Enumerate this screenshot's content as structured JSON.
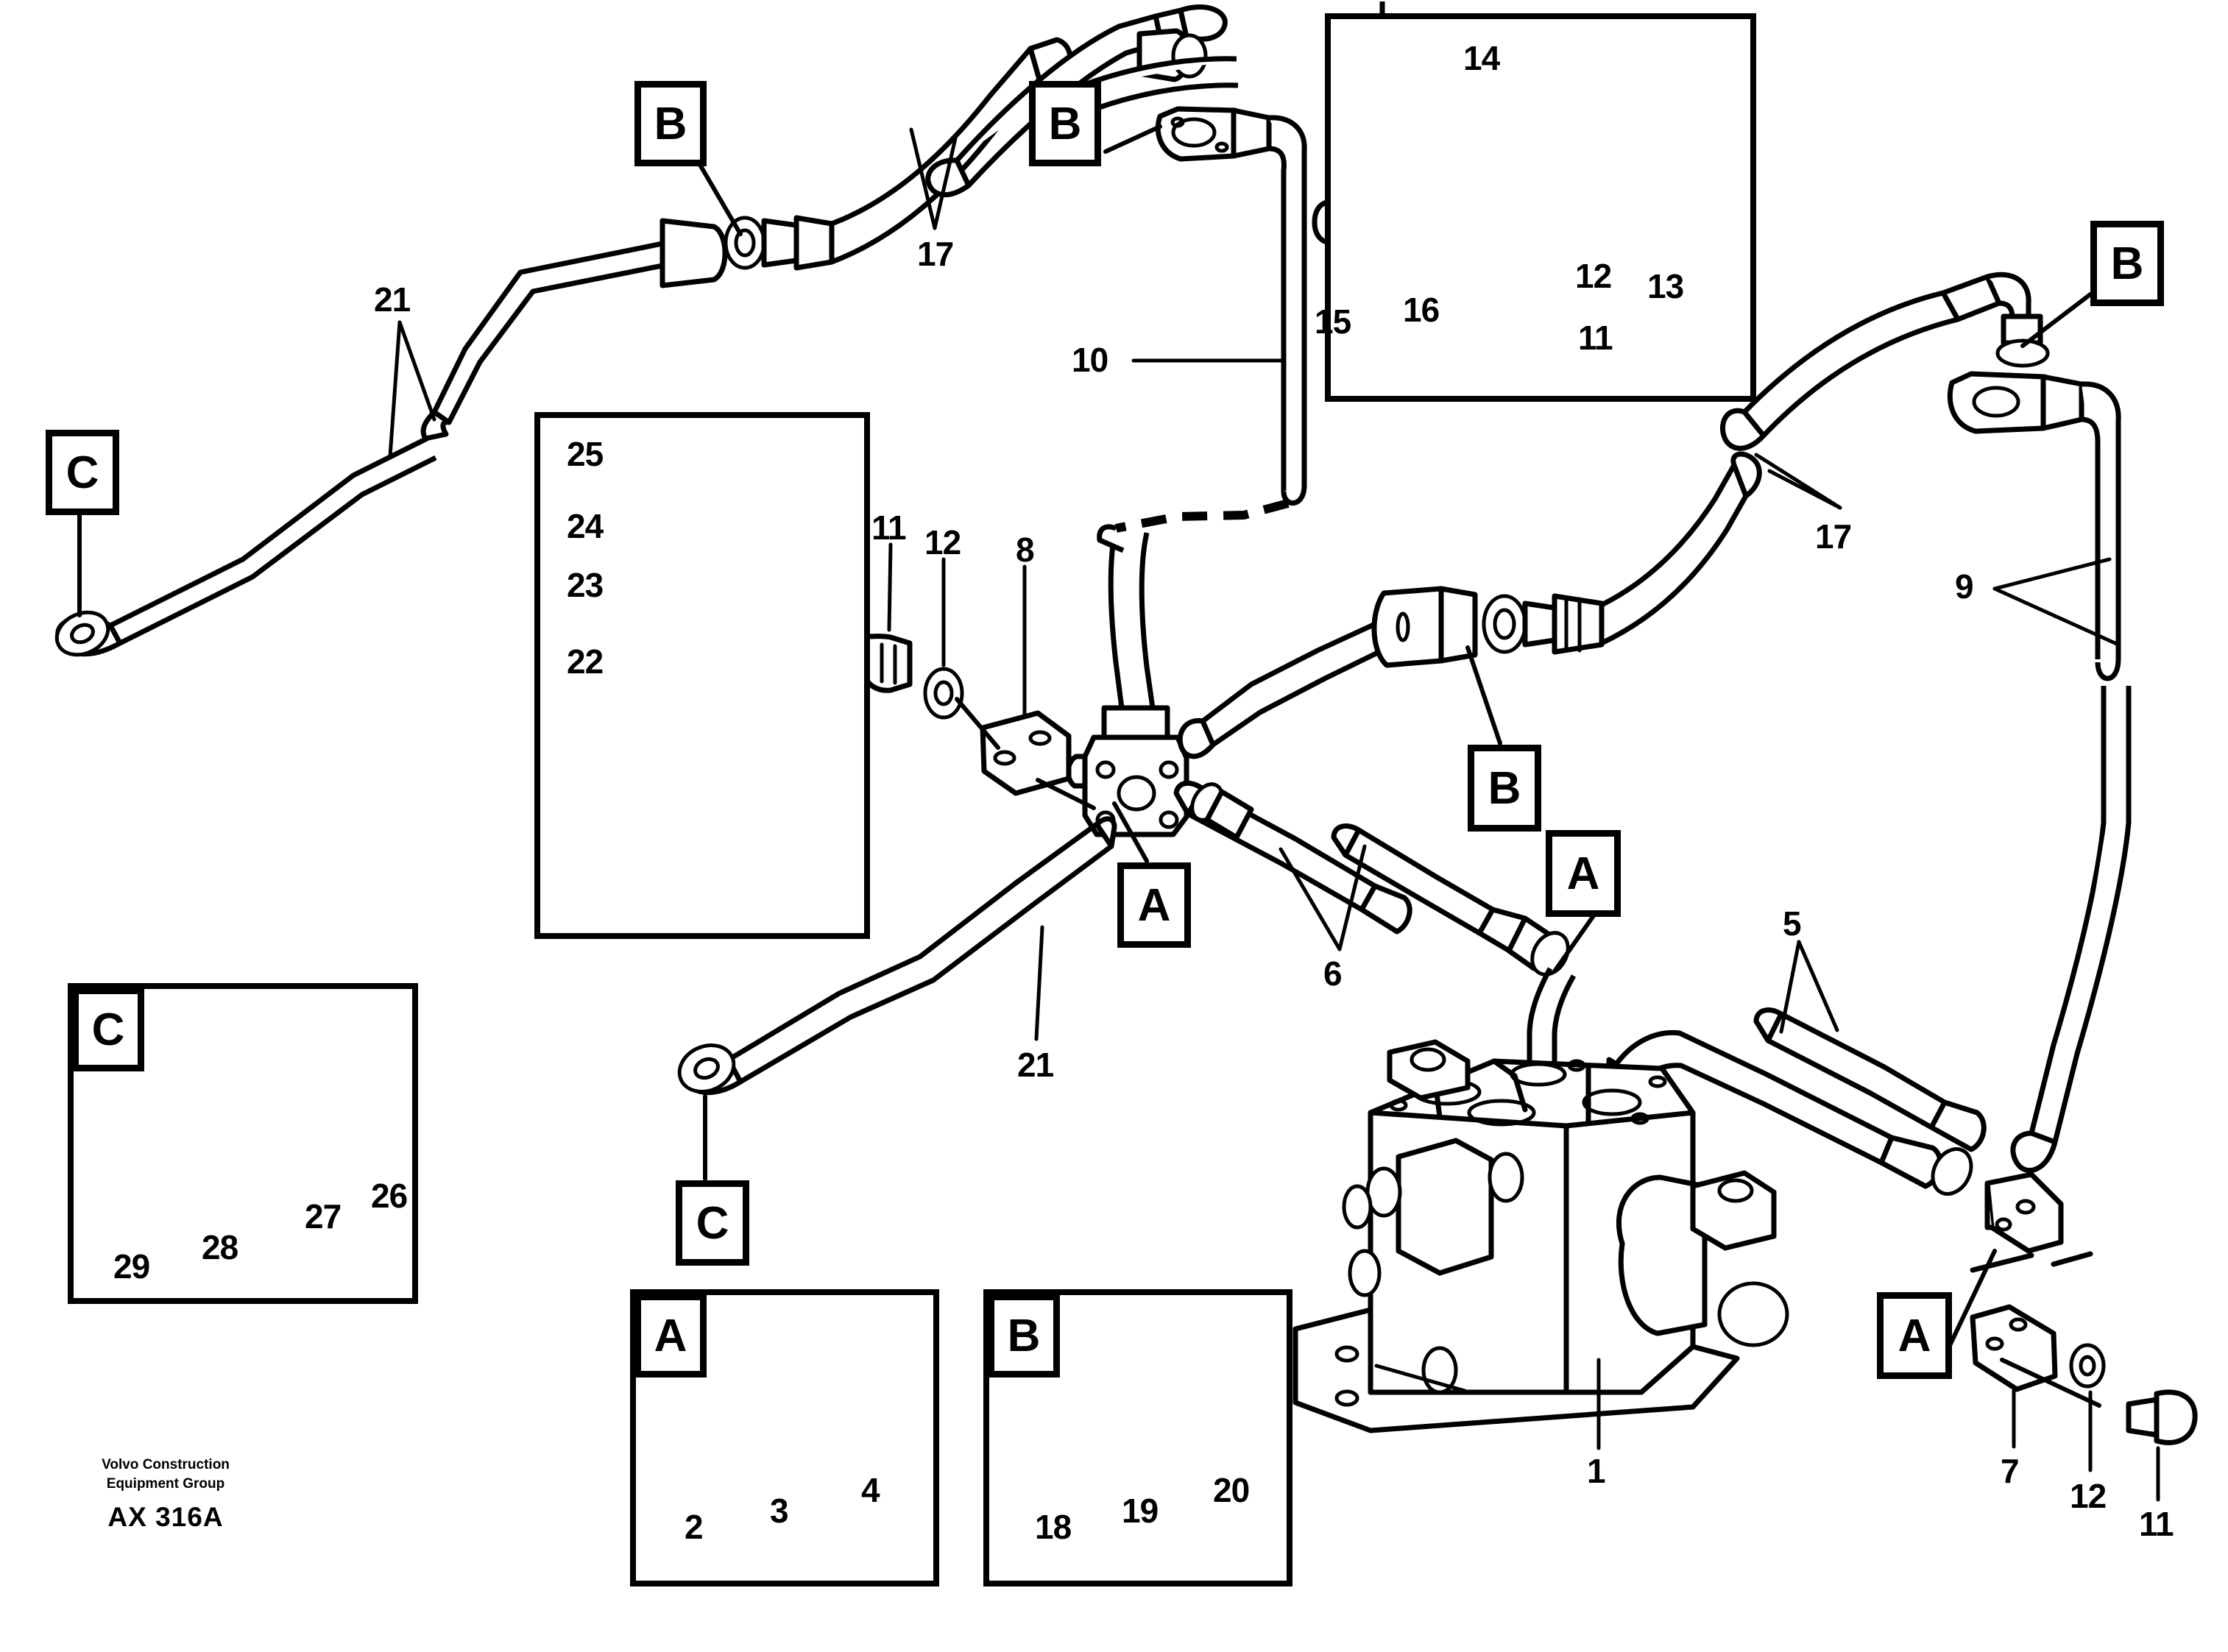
{
  "document": {
    "kind": "exploded parts diagram",
    "footer": {
      "brand_line1": "Volvo Construction",
      "brand_line2": "Equipment Group",
      "code": "AX 316A"
    }
  },
  "callouts": {
    "boxed": [
      {
        "id": "b-top-left",
        "label": "B"
      },
      {
        "id": "b-top-center",
        "label": "B"
      },
      {
        "id": "c-upper-left",
        "label": "C"
      },
      {
        "id": "b-right-upper",
        "label": "B"
      },
      {
        "id": "b-mid-right",
        "label": "B"
      },
      {
        "id": "a-center",
        "label": "A"
      },
      {
        "id": "a-mid-right",
        "label": "A"
      },
      {
        "id": "c-lower-center",
        "label": "C"
      },
      {
        "id": "a-lower-right",
        "label": "A"
      },
      {
        "id": "c-detail-box",
        "label": "C"
      },
      {
        "id": "a-detail-box",
        "label": "A"
      },
      {
        "id": "b-detail-box",
        "label": "B"
      }
    ]
  },
  "part_numbers": [
    {
      "id": "n21-top",
      "value": "21"
    },
    {
      "id": "n17-top",
      "value": "17"
    },
    {
      "id": "n14",
      "value": "14"
    },
    {
      "id": "n12-box",
      "value": "12"
    },
    {
      "id": "n13",
      "value": "13"
    },
    {
      "id": "n15",
      "value": "15"
    },
    {
      "id": "n16",
      "value": "16"
    },
    {
      "id": "n11-box",
      "value": "11"
    },
    {
      "id": "n10",
      "value": "10"
    },
    {
      "id": "n25",
      "value": "25"
    },
    {
      "id": "n24",
      "value": "24"
    },
    {
      "id": "n23",
      "value": "23"
    },
    {
      "id": "n22",
      "value": "22"
    },
    {
      "id": "n11-center",
      "value": "11"
    },
    {
      "id": "n12-center",
      "value": "12"
    },
    {
      "id": "n8",
      "value": "8"
    },
    {
      "id": "n17-right",
      "value": "17"
    },
    {
      "id": "n9",
      "value": "9"
    },
    {
      "id": "n6",
      "value": "6"
    },
    {
      "id": "n5",
      "value": "5"
    },
    {
      "id": "n21-lower",
      "value": "21"
    },
    {
      "id": "n1",
      "value": "1"
    },
    {
      "id": "n7",
      "value": "7"
    },
    {
      "id": "n12-right",
      "value": "12"
    },
    {
      "id": "n11-right",
      "value": "11"
    },
    {
      "id": "n29",
      "value": "29"
    },
    {
      "id": "n28",
      "value": "28"
    },
    {
      "id": "n27",
      "value": "27"
    },
    {
      "id": "n26",
      "value": "26"
    },
    {
      "id": "n2",
      "value": "2"
    },
    {
      "id": "n3",
      "value": "3"
    },
    {
      "id": "n4",
      "value": "4"
    },
    {
      "id": "n18",
      "value": "18"
    },
    {
      "id": "n19",
      "value": "19"
    },
    {
      "id": "n20",
      "value": "20"
    }
  ],
  "detail_boxes": [
    {
      "id": "bracket-detail",
      "marker": "",
      "parts": [
        "14",
        "13",
        "12",
        "11",
        "15",
        "16"
      ]
    },
    {
      "id": "clamp-detail",
      "marker": "",
      "parts": [
        "25",
        "24",
        "23",
        "22"
      ]
    },
    {
      "id": "c-detail",
      "marker": "C",
      "parts": [
        "29",
        "28",
        "27",
        "26"
      ]
    },
    {
      "id": "a-detail",
      "marker": "A",
      "parts": [
        "2",
        "3",
        "4"
      ]
    },
    {
      "id": "b-detail",
      "marker": "B",
      "parts": [
        "18",
        "19",
        "20"
      ]
    }
  ],
  "colors": {
    "ink": "#000000",
    "paper": "#ffffff"
  }
}
